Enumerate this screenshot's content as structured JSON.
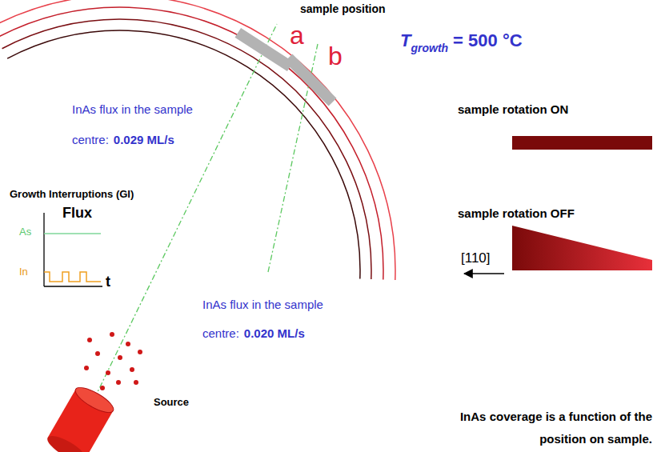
{
  "diagram": {
    "labels": [
      "sample position",
      "a",
      "b",
      "T",
      "growth",
      "= 500 °C",
      "InAs flux in the sample",
      "centre:",
      "0.029 ML/s",
      "Growth Interruptions (GI)",
      "Flux",
      "As",
      "In",
      "t",
      "InAs flux in the sample",
      "centre:",
      "0.020 ML/s",
      "Source",
      "sample rotation ON",
      "sample rotation OFF",
      "[110]",
      "InAs coverage is a function of the",
      "position on sample."
    ]
  }
}
